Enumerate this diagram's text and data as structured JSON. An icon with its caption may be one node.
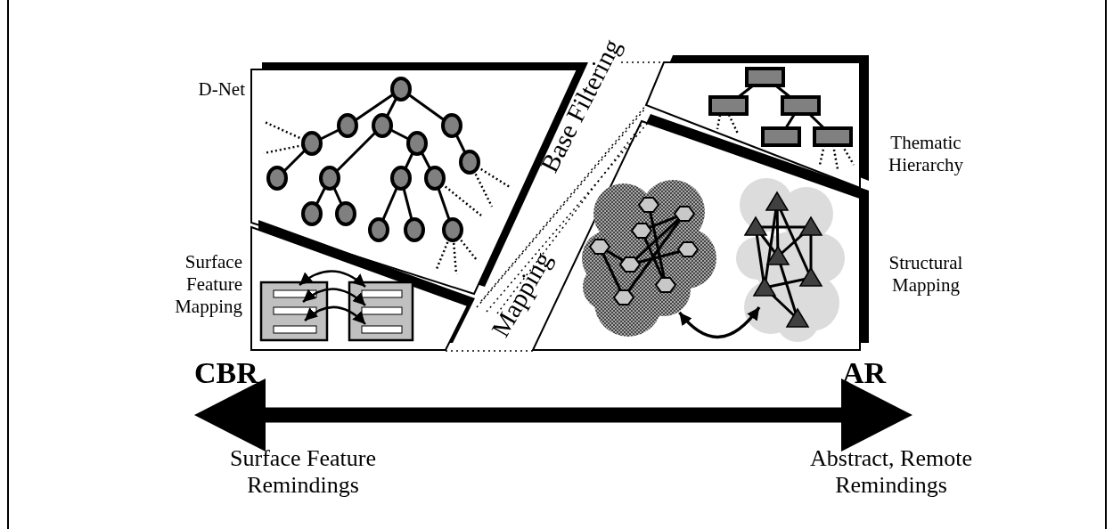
{
  "diagram": {
    "nodes": [
      {
        "text": [
          "D-Net"
        ]
      },
      {
        "text": [
          "Surface Feature Mapping"
        ]
      },
      {
        "text": [
          "Thematic Hierarchy"
        ]
      },
      {
        "text": [
          "Structural Mapping"
        ]
      },
      {
        "text": [],
        "shape": "cloud",
        "in": 3
      },
      {
        "text": [],
        "shape": "cloud",
        "in": 3
      },
      {
        "text": [
          "CBR"
        ],
        "beside": [
          "Surface Feature Remindings"
        ]
      },
      {
        "text": [
          "AR"
        ],
        "beside": [
          "Abstract, Remote Remindings"
        ]
      }
    ],
    "edges": [
      {
        "from": 4,
        "to": 5,
        "arrow": "both"
      },
      {
        "from": 6,
        "to": 7,
        "arrow": "both",
        "style": "thick"
      }
    ],
    "labels": [
      "Base Filtering",
      "Mapping"
    ]
  }
}
